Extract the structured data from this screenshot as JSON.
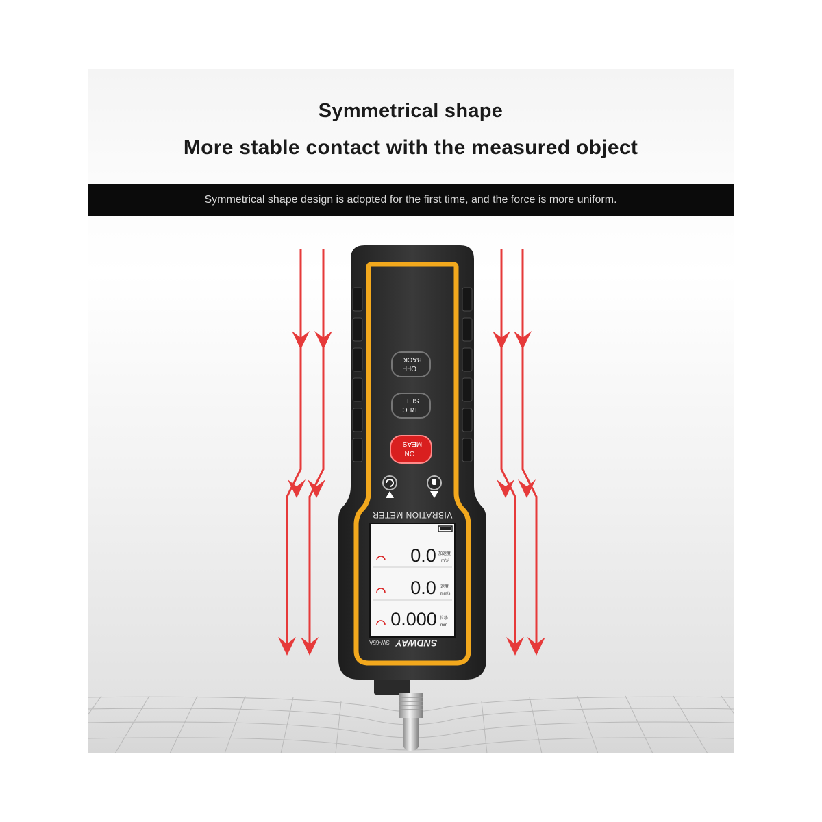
{
  "header": {
    "title": "Symmetrical shape",
    "subtitle": "More stable contact with the measured object"
  },
  "banner": {
    "text": "Symmetrical shape design is adopted for the first time, and the force is more uniform."
  },
  "device": {
    "model_label": "VIBRATION METER",
    "brand": "SNDWAY",
    "model_code": "SW-65A",
    "buttons": {
      "off_back": [
        "OFF",
        "BACK"
      ],
      "rec_set": [
        "REC",
        "SET"
      ],
      "on_meas": [
        "ON",
        "MEAS"
      ]
    },
    "readings": [
      {
        "value": "0.0",
        "label": "加速度",
        "unit": "m/s²"
      },
      {
        "value": "0.0",
        "label": "速度",
        "unit": "mm/s"
      },
      {
        "value": "0.000",
        "label": "位移",
        "unit": "mm"
      }
    ]
  },
  "colors": {
    "arrow_red": "#e63a3a",
    "device_orange": "#f2a81d",
    "device_body": "#2b2b2b",
    "meas_button": "#d91f1f",
    "banner_bg": "#0b0b0b"
  }
}
